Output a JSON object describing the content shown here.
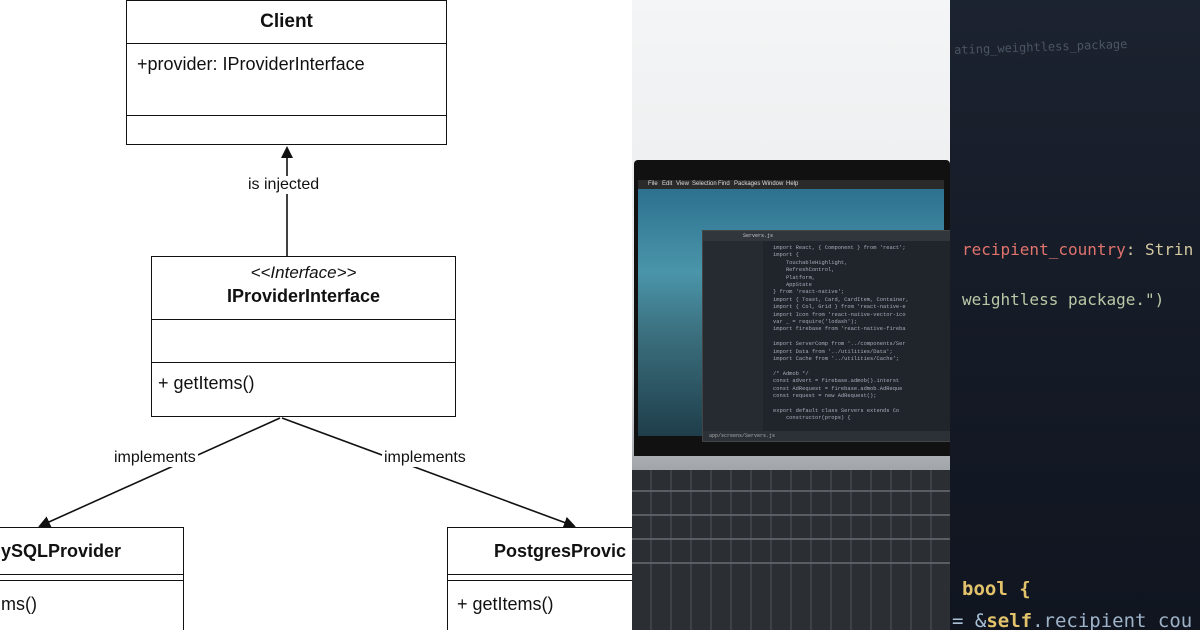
{
  "uml": {
    "client": {
      "name": "Client",
      "attribute": "+provider: IProviderInterface"
    },
    "interface": {
      "stereotype": "<<Interface>>",
      "name": "IProviderInterface",
      "method": "+ getItems()"
    },
    "mysql": {
      "name": "ySQLProvider",
      "method": "ms()"
    },
    "postgres": {
      "name": "PostgresProvic",
      "method": "+ getItems()"
    },
    "edges": {
      "injected": "is injected",
      "implements_left": "implements",
      "implements_right": "implements"
    }
  },
  "laptop": {
    "menu": [
      "File",
      "Edit",
      "View",
      "Selection",
      "Find",
      "Packages",
      "Window",
      "Help"
    ],
    "tab": "Servers.js",
    "code": "import React, { Component } from 'react';\nimport {\n    TouchableHighlight,\n    RefreshControl,\n    Platform,\n    AppState\n} from 'react-native';\nimport { Toast, Card, CardItem, Container,\nimport { Col, Grid } from 'react-native-e\nimport Icon from 'react-native-vector-ico\nvar _ = require('lodash');\nimport firebase from 'react-native-fireba\n\nimport ServerComp from '../components/Ser\nimport Data from '../utilities/Data';\nimport Cache from '../utilities/Cache';\n\n/* Admob */\nconst advert = firebase.admob().interst\nconst AdRequest = firebase.admob.AdReque\nconst request = new AdRequest();\n\nexport default class Servers extends Co\n    constructor(props) {",
    "status": "app/screens/Servers.js"
  },
  "code": {
    "line1": "ating_weightless_package",
    "line2_key": "recipient_country",
    "line2_rest": ": Strin",
    "line3": "weightless package.\")",
    "line4": "bool {",
    "line5_op": "= &",
    "line5_self": "self",
    "line5_rest": ".recipient_cou"
  },
  "colors": {
    "code_key": "#e0736c",
    "code_text": "#b9c9a7",
    "code_keyword": "#e2c36b"
  }
}
